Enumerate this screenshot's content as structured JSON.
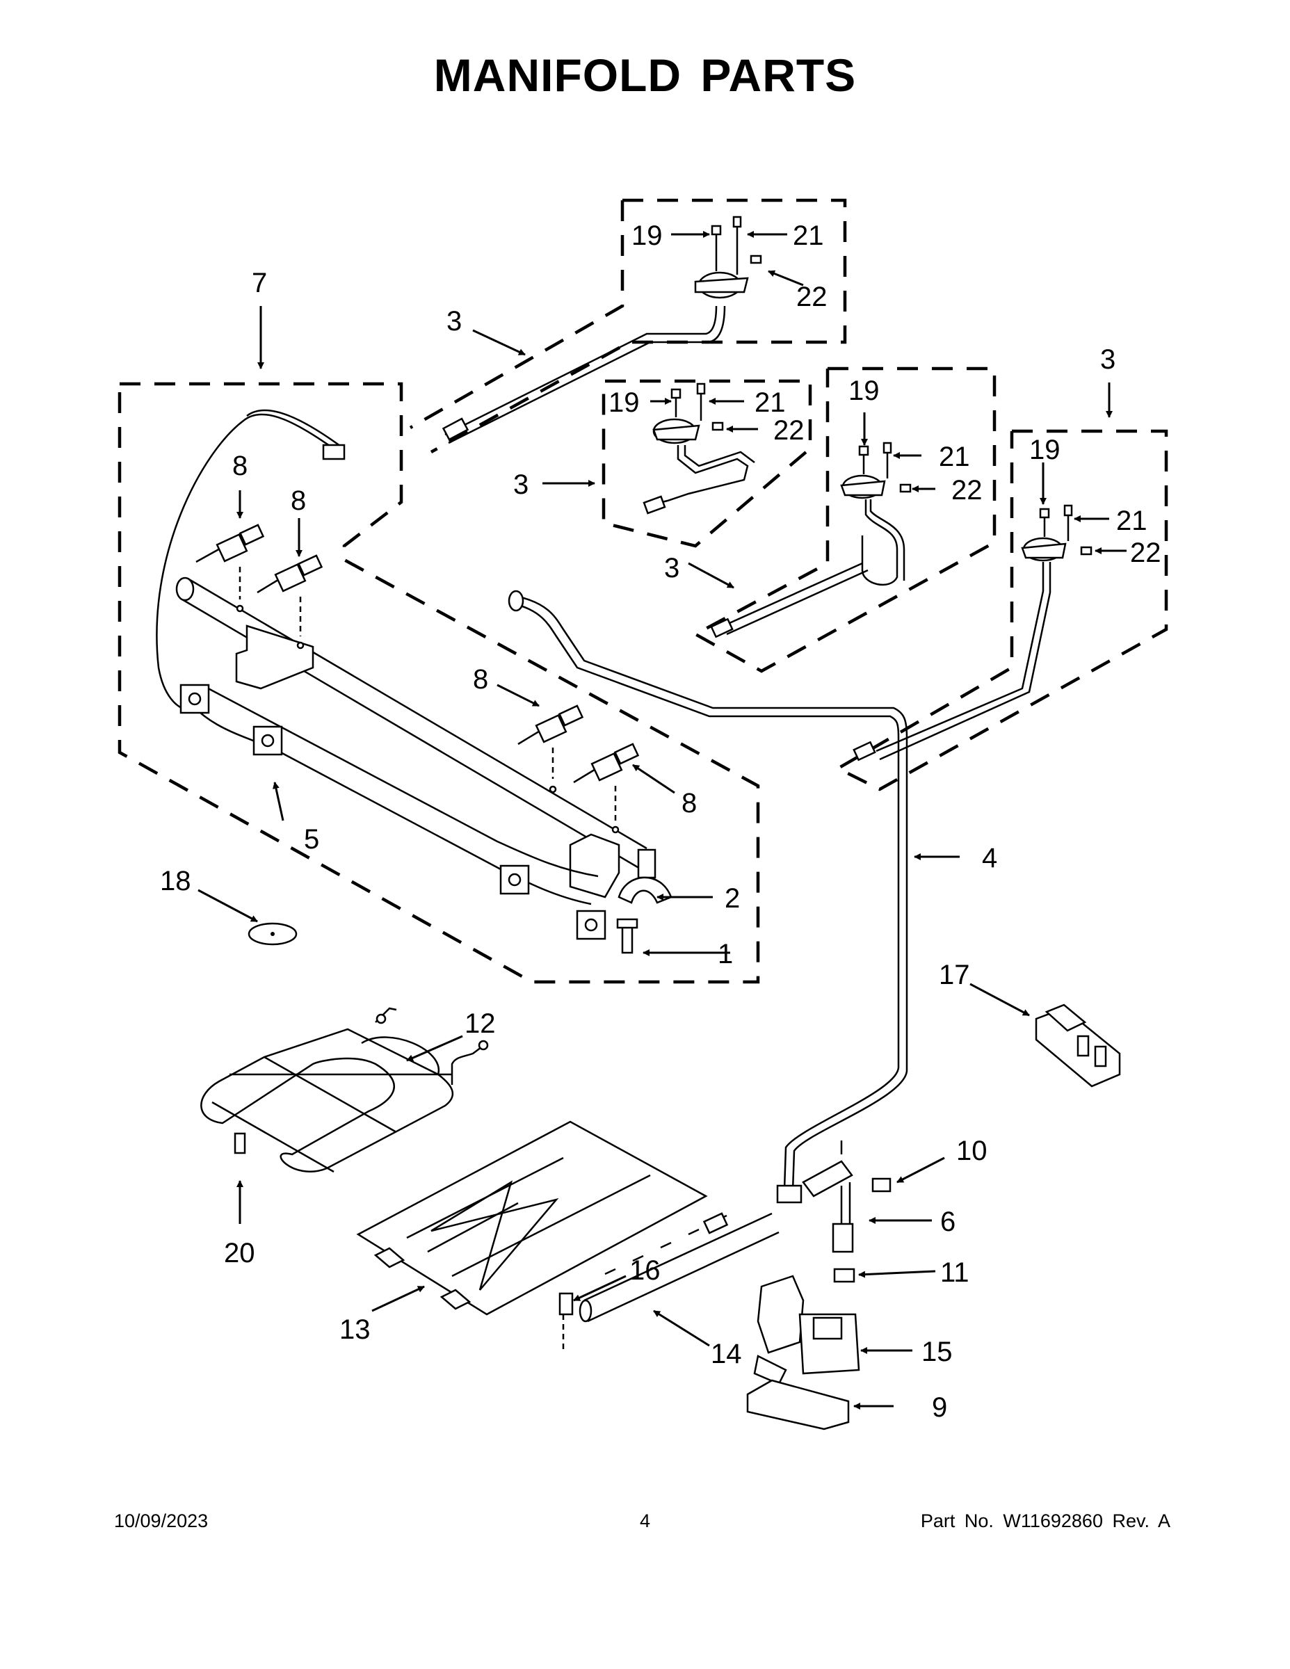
{
  "title": "MANIFOLD PARTS",
  "callouts": {
    "c1": "1",
    "c2": "2",
    "c3": "3",
    "c4": "4",
    "c5": "5",
    "c6": "6",
    "c7": "7",
    "c8": "8",
    "c9": "9",
    "c10": "10",
    "c11": "11",
    "c12": "12",
    "c13": "13",
    "c14": "14",
    "c15": "15",
    "c16": "16",
    "c17": "17",
    "c18": "18",
    "c19": "19",
    "c20": "20",
    "c21": "21",
    "c22": "22"
  },
  "footer": {
    "date": "10/09/2023",
    "page": "4",
    "part_number": "Part No.  W11692860  Rev.  A"
  }
}
